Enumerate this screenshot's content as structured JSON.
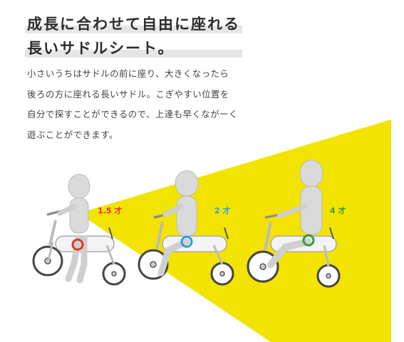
{
  "heading": {
    "line1": "成長に合わせて自由に座れる",
    "line2": "長いサドルシート。"
  },
  "description": [
    "小さいうちはサドルの前に座り、大きくなったら",
    "後ろの方に座れる長いサドル。こぎやすい位置を",
    "自分で探すことができるので、上達も早くながーく",
    "遊ぶことができます。"
  ],
  "ages": [
    {
      "label": "1.5 才",
      "color": "#e0342b"
    },
    {
      "label": "2 才",
      "color": "#2a9fd6"
    },
    {
      "label": "4 才",
      "color": "#3a9a3a"
    }
  ],
  "accent_color": "#f2e300"
}
